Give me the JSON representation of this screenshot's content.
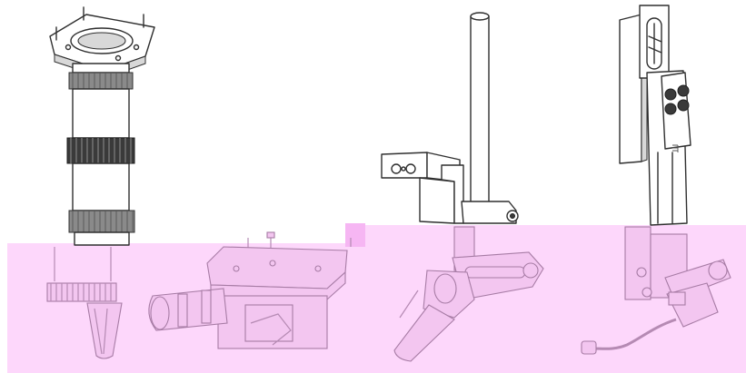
{
  "figure": {
    "panels": [
      {
        "id": "barrel-assembly",
        "icon": "lens-barrel-icon"
      },
      {
        "id": "bracket-assembly",
        "icon": "bracket-icon"
      },
      {
        "id": "rod-mount-assembly",
        "icon": "rod-mount-icon"
      },
      {
        "id": "slide-clamp-assembly",
        "icon": "slide-clamp-icon"
      }
    ],
    "overlay_color": "#fdd7fb"
  }
}
